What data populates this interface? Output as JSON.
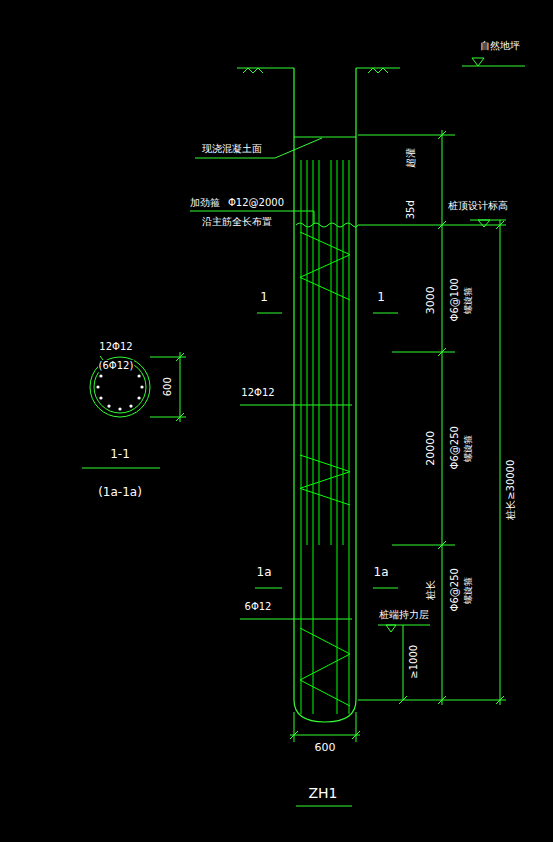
{
  "diagram": {
    "caption": "ZH1",
    "labels": [
      "自然地坪",
      "现浇混凝土面",
      "加劲箍",
      "Φ12@2000",
      "沿主筋全长布置",
      "超灌",
      "35d",
      "桩顶设计标高",
      "1",
      "1",
      "3000",
      "Φ6@100",
      "螺旋箍",
      "12Φ12",
      "(6Φ12)",
      "600",
      "1-1",
      "(1a-1a)",
      "12Φ12",
      "20000",
      "Φ6@250",
      "螺旋箍",
      "桩长≥30000",
      "1a",
      "1a",
      "桩长",
      "Φ6@250",
      "螺旋箍",
      "6Φ12",
      "桩端持力层",
      "≥1000",
      "600"
    ]
  }
}
